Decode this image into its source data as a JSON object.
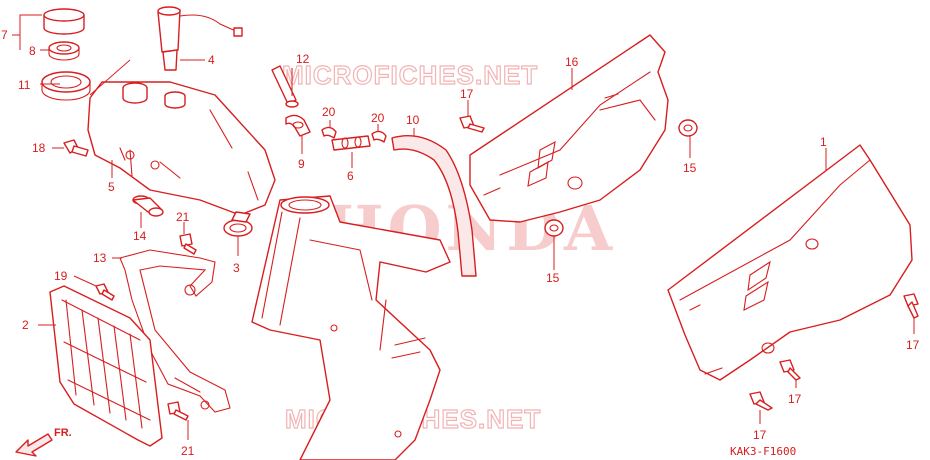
{
  "watermark_top": "MICROFICHES.NET",
  "watermark_bottom": "MICROFICHES.NET",
  "brand_watermark": "HONDA",
  "diagram_code": "KAK3-F1600",
  "direction_label": "FR.",
  "colors": {
    "line": "#d81e1e",
    "watermark": "#f2b3b3",
    "background": "#ffffff"
  },
  "callouts": {
    "c7": "7",
    "c8": "8",
    "c4": "4",
    "c11": "11",
    "c18": "18",
    "c5": "5",
    "c14": "14",
    "c21a": "21",
    "c3": "3",
    "c13": "13",
    "c19": "19",
    "c2": "2",
    "c21b": "21",
    "c12": "12",
    "c20a": "20",
    "c20b": "20",
    "c10": "10",
    "c9": "9",
    "c6": "6",
    "c16": "16",
    "c17a": "17",
    "c15a": "15",
    "c15b": "15",
    "c1": "1",
    "c17b": "17",
    "c17c": "17",
    "c17d": "17"
  }
}
